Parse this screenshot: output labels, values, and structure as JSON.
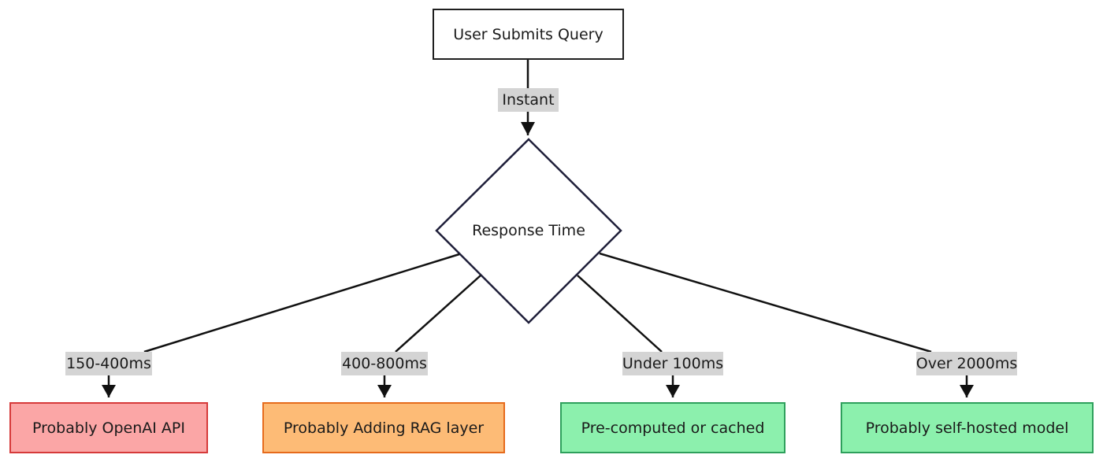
{
  "diagram": {
    "nodes": {
      "start": "User Submits Query",
      "decision": "Response Time",
      "openai": "Probably OpenAI API",
      "rag": "Probably Adding RAG layer",
      "cached": "Pre-computed or cached",
      "self_hosted": "Probably self-hosted model"
    },
    "edges": {
      "instant": "Instant",
      "range_150_400": "150-400ms",
      "range_400_800": "400-800ms",
      "under_100": "Under 100ms",
      "over_2000": "Over 2000ms"
    },
    "colors": {
      "openai_fill": "#fba6a6",
      "openai_border": "#d63a3a",
      "rag_fill": "#fdbb76",
      "rag_border": "#e66b1c",
      "fast_fill": "#8cf0ad",
      "fast_border": "#2ea05c",
      "edge_label_bg": "#d4d4d4"
    }
  }
}
